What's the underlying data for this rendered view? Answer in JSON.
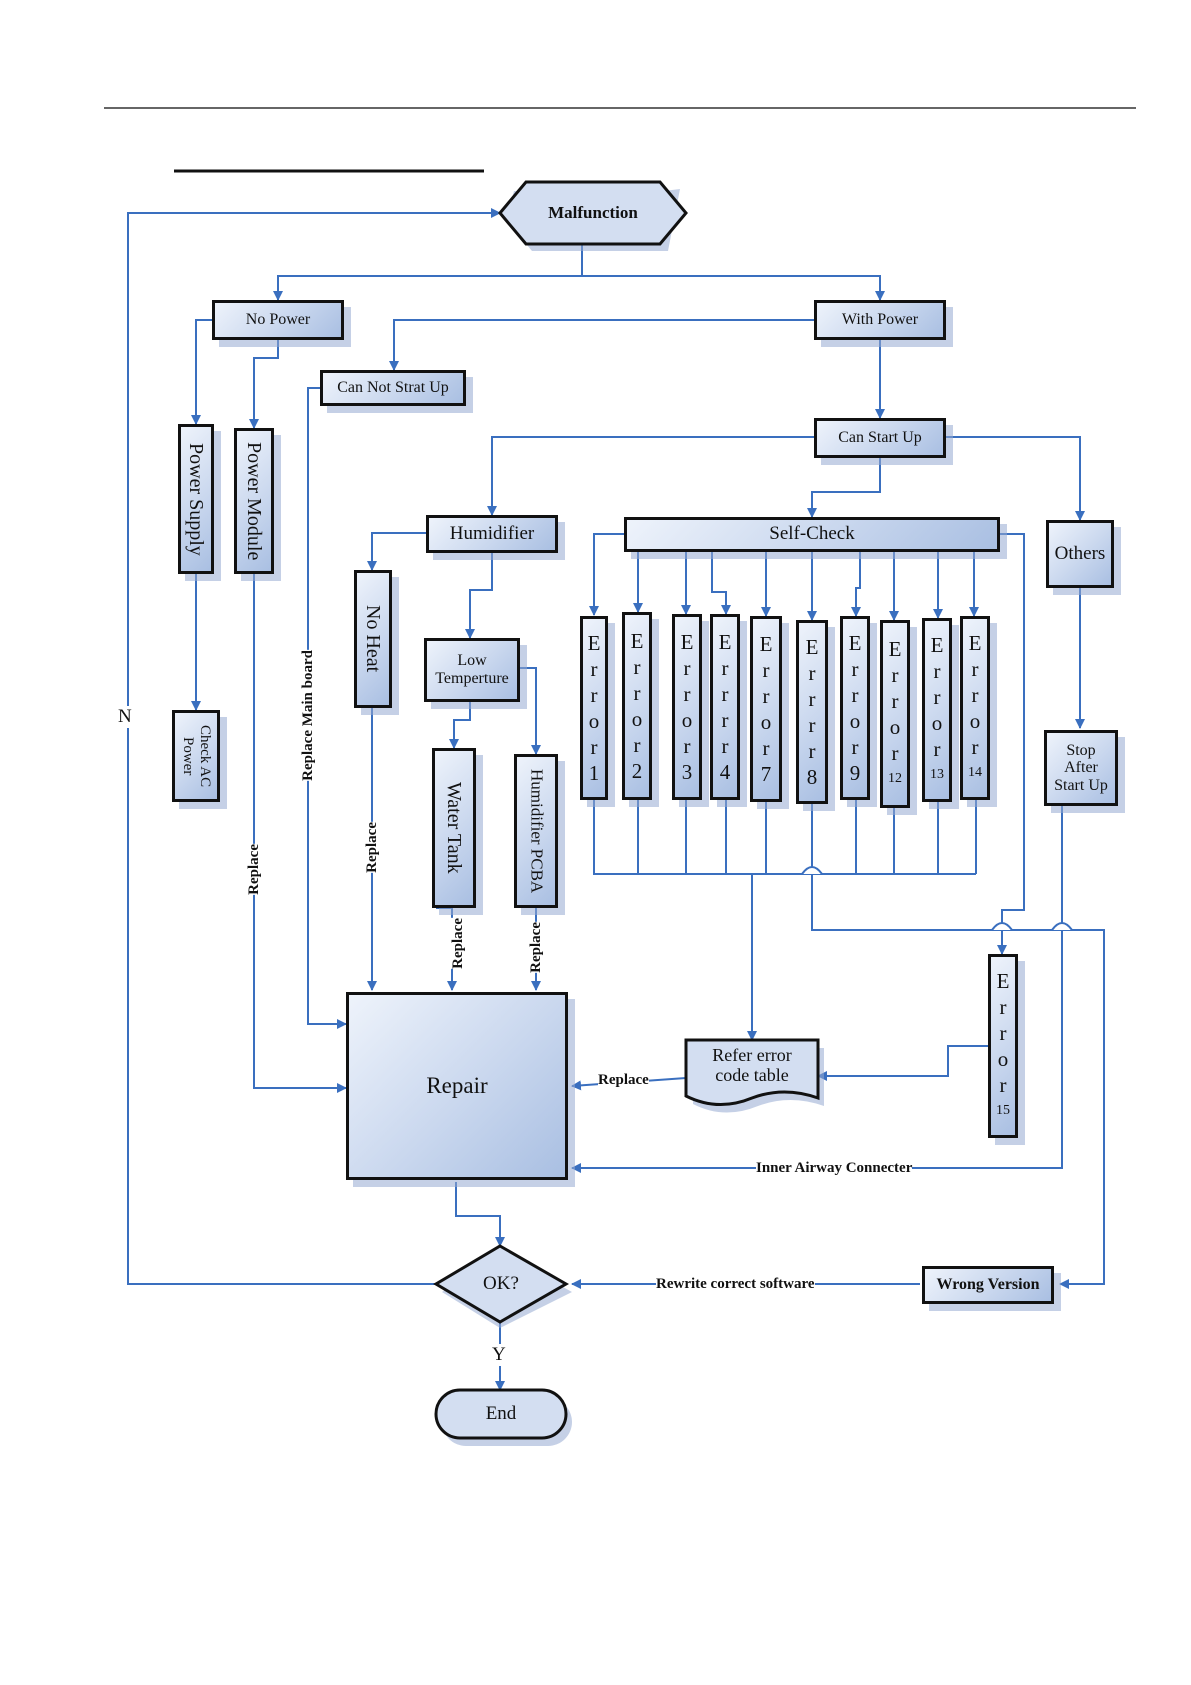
{
  "nodes": {
    "malfunction": "Malfunction",
    "no_power": "No Power",
    "with_power": "With Power",
    "can_not_start_up": "Can Not Strat Up",
    "can_start_up": "Can Start Up",
    "power_supply": "Power Supply",
    "power_module": "Power Module",
    "check_ac_power": "Check AC Power",
    "humidifier": "Humidifier",
    "self_check": "Self-Check",
    "others": "Others",
    "no_heat": "No Heat",
    "low_temperature": "Low Temperture",
    "water_tank": "Water Tank",
    "humidifier_pcba": "Humidifier PCBA",
    "stop_after_start_up": "Stop After Start Up",
    "refer_error_code_table": "Refer error code table",
    "repair": "Repair",
    "ok": "OK?",
    "end": "End",
    "wrong_version": "Wrong Version"
  },
  "errors": {
    "letters": [
      "E",
      "r",
      "r",
      "o",
      "r"
    ],
    "error1": {
      "letters": [
        "E",
        "r",
        "r",
        "o",
        "r"
      ],
      "num": "1"
    },
    "error2": {
      "letters": [
        "E",
        "r",
        "r",
        "o",
        "r"
      ],
      "num": "2"
    },
    "error3": {
      "letters": [
        "E",
        "r",
        "r",
        "o",
        "r"
      ],
      "num": "3"
    },
    "error4": {
      "letters": [
        "E",
        "r",
        "r",
        "r",
        "r"
      ],
      "num": "4"
    },
    "error7": {
      "letters": [
        "E",
        "r",
        "r",
        "o",
        "r"
      ],
      "num": "7"
    },
    "error8": {
      "letters": [
        "E",
        "r",
        "r",
        "r",
        "r"
      ],
      "num": "8"
    },
    "error9": {
      "letters": [
        "E",
        "r",
        "r",
        "o",
        "r"
      ],
      "num": "9"
    },
    "error12": {
      "letters": [
        "E",
        "r",
        "r",
        "o",
        "r"
      ],
      "num": "12"
    },
    "error13": {
      "letters": [
        "E",
        "r",
        "r",
        "o",
        "r"
      ],
      "num": "13"
    },
    "error14": {
      "letters": [
        "E",
        "r",
        "r",
        "o",
        "r"
      ],
      "num": "14"
    },
    "error15": {
      "letters": [
        "E",
        "r",
        "r",
        "o",
        "r"
      ],
      "num": "15"
    }
  },
  "edge_labels": {
    "replace_main_board": "Replace Main board",
    "replace": "Replace",
    "inner_airway_connecter": "Inner Airway Connecter",
    "rewrite_correct_software": "Rewrite correct software",
    "n": "N",
    "y": "Y"
  },
  "colors": {
    "line": "#3a6fbf",
    "border": "#111111",
    "fill_light": "#eef3fb",
    "fill_dark": "#a9bfe2"
  }
}
